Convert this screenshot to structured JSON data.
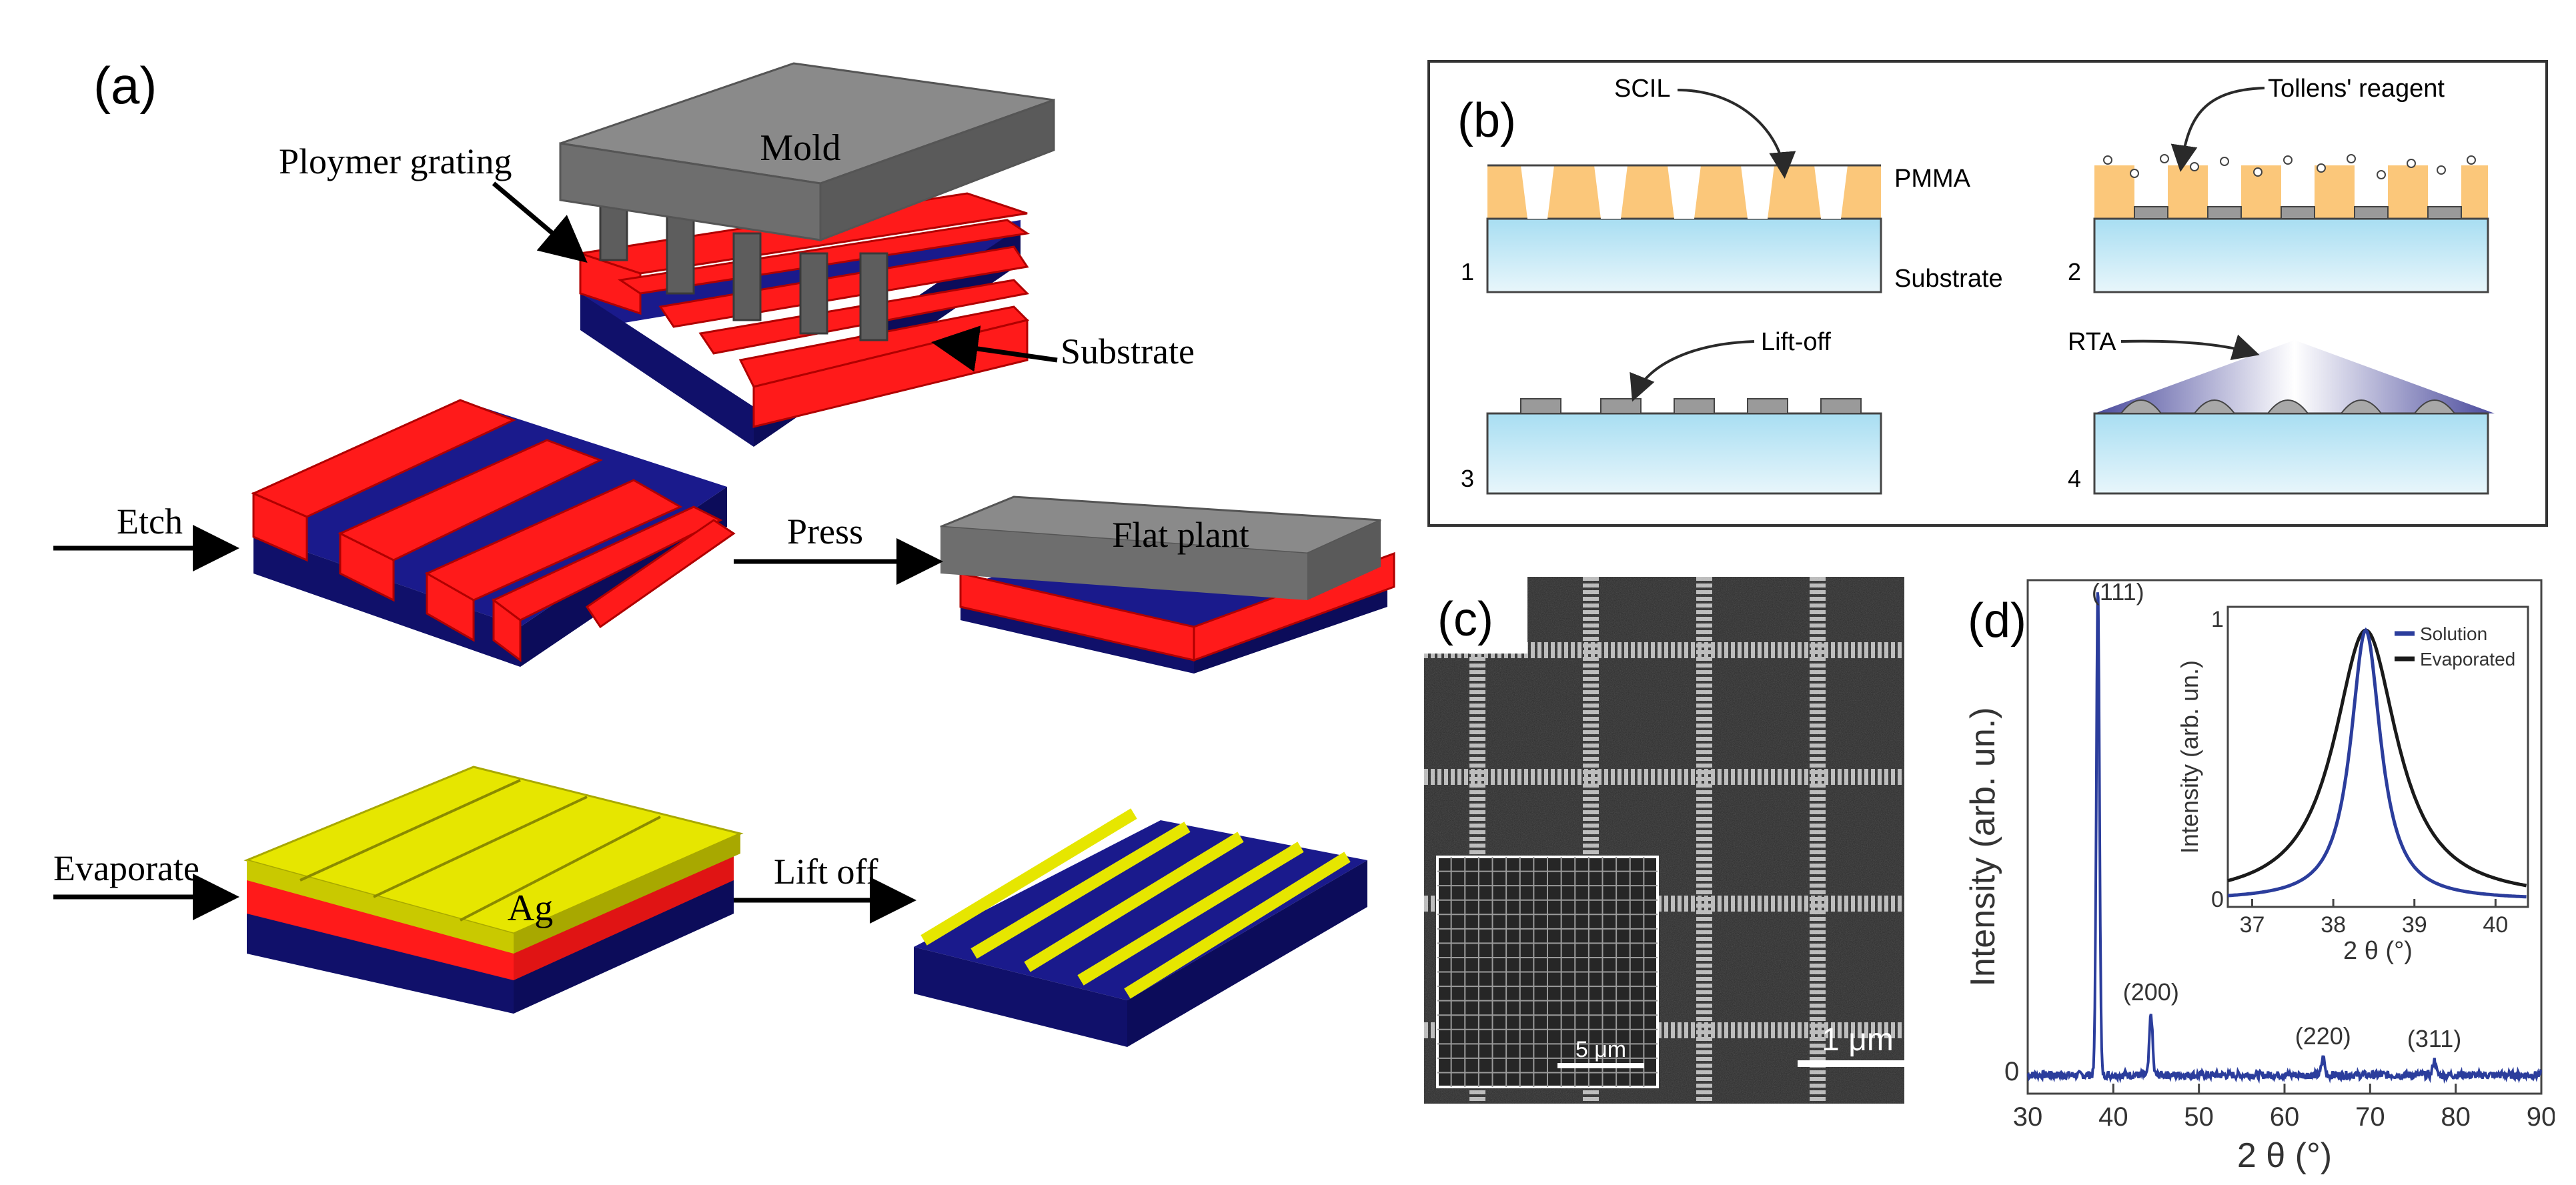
{
  "panel_a": {
    "label": "(a)",
    "mold": "Mold",
    "polymer_grating": "Ploymer grating",
    "substrate": "Substrate",
    "etch": "Etch",
    "press": "Press",
    "flat_plant": "Flat plant",
    "evaporate": "Evaporate",
    "ag": "Ag",
    "lift_off": "Lift off"
  },
  "panel_b": {
    "label": "(b)",
    "scil": "SCIL",
    "pmma": "PMMA",
    "substrate": "Substrate",
    "tollens": "Tollens' reagent",
    "liftoff": "Lift-off",
    "rta": "RTA",
    "step1": "1",
    "step2": "2",
    "step3": "3",
    "step4": "4"
  },
  "panel_c": {
    "label": "(c)",
    "scale_main": "1 μm",
    "scale_inset": "5 μm"
  },
  "panel_d": {
    "label": "(d)",
    "ylabel": "Intensity (arb. un.)",
    "xlabel": "2 θ (°)",
    "y_zero": "0",
    "peaks": [
      "(111)",
      "(200)",
      "(220)",
      "(311)"
    ],
    "inset_ylabel": "Intensity (arb. un.)",
    "inset_xlabel": "2 θ (°)",
    "inset_y_one": "1",
    "inset_y_zero": "0"
  },
  "colors": {
    "polymer_red": "#ff1a1a",
    "substrate_blue": "#1a1a8c",
    "silver_yellow": "#e6e600",
    "mold_gray": "#7a7a7a",
    "pmma_orange": "#fbc77a",
    "glass_blue": "#a8def2",
    "xrd_blue": "#2b3d9c",
    "evaporated_black": "#1a1a1a"
  },
  "chart_data": {
    "type": "line",
    "x": {
      "label": "2 θ (°)",
      "lim": [
        30,
        90
      ],
      "ticks": [
        30,
        40,
        50,
        60,
        70,
        80,
        90
      ]
    },
    "peaks": [
      {
        "label": "(111)",
        "position": 38.2,
        "intensity": 1.0
      },
      {
        "label": "(200)",
        "position": 44.4,
        "intensity": 0.125
      },
      {
        "label": "(220)",
        "position": 64.5,
        "intensity": 0.035
      },
      {
        "label": "(311)",
        "position": 77.5,
        "intensity": 0.03
      }
    ],
    "inset": {
      "type": "line",
      "x": {
        "label": "2 θ (°)",
        "lim": [
          36.7,
          40.4
        ],
        "ticks": [
          37,
          38,
          39,
          40
        ]
      },
      "y": {
        "label": "Intensity (arb. un.)",
        "ticks": [
          0,
          1
        ]
      },
      "legend": "top-right",
      "series": [
        {
          "name": "Solution",
          "color": "#2b3d9c",
          "center": 38.4,
          "fwhm": 0.45
        },
        {
          "name": "Evaporated",
          "color": "#1a1a1a",
          "center": 38.4,
          "fwhm": 0.95
        }
      ]
    }
  }
}
